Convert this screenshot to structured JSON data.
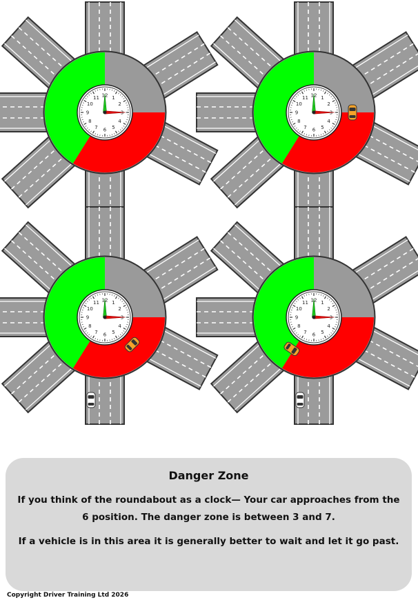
{
  "diagrams": [
    {
      "cars": []
    },
    {
      "cars": [
        {
          "where": "circle",
          "angle_deg": 90,
          "heading_deg": 0,
          "color": "#f5a22a"
        }
      ]
    },
    {
      "cars": [
        {
          "where": "circle",
          "angle_deg": 135,
          "heading_deg": 45,
          "color": "#f5a22a"
        },
        {
          "where": "road-south",
          "color": "#ffffff"
        }
      ]
    },
    {
      "cars": [
        {
          "where": "circle",
          "angle_deg": 215,
          "heading_deg": 125,
          "color": "#f5a22a"
        },
        {
          "where": "road-south",
          "color": "#ffffff"
        }
      ]
    }
  ],
  "clock": {
    "numbers": [
      "12",
      "1",
      "2",
      "3",
      "4",
      "5",
      "6",
      "7",
      "8",
      "9",
      "10",
      "11"
    ]
  },
  "colors": {
    "safe_zone": "#00ff00",
    "danger_zone": "#ff0000",
    "neutral_zone": "#9a9a9a",
    "road": "#9b9b9b",
    "road_edge": "#333333",
    "car_orange": "#f5a22a",
    "panel_bg": "#d9d9d9"
  },
  "info": {
    "title": "Danger Zone",
    "paragraph1": "If you think of the roundabout as a clock— Your car approaches from the 6 position. The danger zone is between 3 and 7.",
    "paragraph2": "If a vehicle is in this area it is generally better to wait and let it go past."
  },
  "copyright": "Copyright Driver Training Ltd 2026"
}
